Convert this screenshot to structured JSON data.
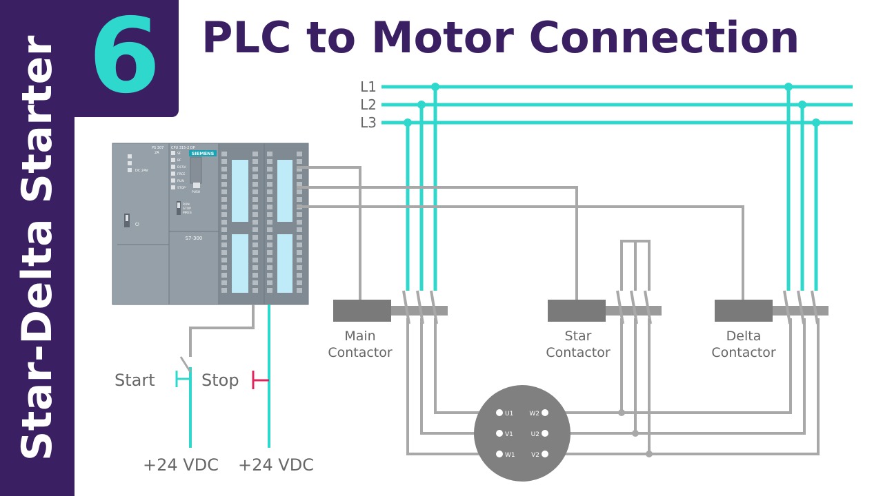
{
  "sidebar": {
    "title": "Star-Delta Starter",
    "episode": "6"
  },
  "header": {
    "title": "PLC to Motor Connection"
  },
  "diagram": {
    "lines": [
      "L1",
      "L2",
      "L3"
    ],
    "plc": {
      "brand": "SIEMENS",
      "model": "S7-300",
      "ps_label": "PS 307",
      "ps_current": "2A",
      "ps_voltage": "DC 24V",
      "cpu_label": "CPU 315-2 DP",
      "push_label": "PUSH",
      "leds": [
        "SF",
        "BF",
        "DC5V",
        "FRCE",
        "RUN",
        "STOP"
      ],
      "modes": [
        "RUN",
        "STOP",
        "MRES"
      ]
    },
    "contactors": {
      "main": [
        "Main",
        "Contactor"
      ],
      "star": [
        "Star",
        "Contactor"
      ],
      "delta": [
        "Delta",
        "Contactor"
      ]
    },
    "buttons": {
      "start": "Start",
      "stop": "Stop"
    },
    "supply": [
      "+24 VDC",
      "+24 VDC"
    ],
    "motor_terminals": {
      "left": [
        "U1",
        "V1",
        "W1"
      ],
      "right": [
        "W2",
        "U2",
        "V2"
      ]
    }
  },
  "colors": {
    "brand": "#3a2063",
    "accent": "#2fd8cc",
    "wire": "#a8a8a8",
    "stop": "#e0245e"
  }
}
